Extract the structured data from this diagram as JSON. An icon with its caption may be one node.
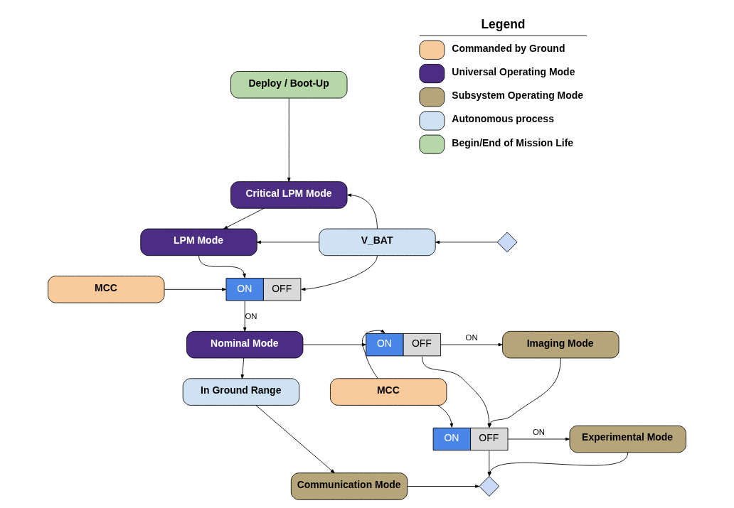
{
  "diagram": {
    "nodes": [
      {
        "text": [
          "Deploy / Boot-Up"
        ]
      },
      {
        "text": [
          "Critical LPM Mode"
        ]
      },
      {
        "text": [
          "LPM Mode"
        ]
      },
      {
        "text": [
          "V_BAT"
        ]
      },
      {
        "text": [],
        "shape": "diamond"
      },
      {
        "text": [
          "MCC"
        ]
      },
      {
        "text": [
          "ON",
          "OFF"
        ]
      },
      {
        "text": [
          "Nominal Mode"
        ]
      },
      {
        "text": [
          "ON",
          "OFF"
        ]
      },
      {
        "text": [
          "Imaging Mode"
        ]
      },
      {
        "text": [
          "MCC"
        ]
      },
      {
        "text": [
          "ON",
          "OFF"
        ]
      },
      {
        "text": [
          "Experimental Mode"
        ]
      },
      {
        "text": [
          "In Ground Range"
        ]
      },
      {
        "text": [
          "Communication Mode"
        ]
      },
      {
        "text": [],
        "shape": "diamond"
      }
    ],
    "edges": [
      {
        "from": 0,
        "to": 1,
        "arrow": "to"
      },
      {
        "from": 1,
        "to": 2,
        "arrow": "to"
      },
      {
        "from": 3,
        "to": 1,
        "arrow": "to"
      },
      {
        "from": 3,
        "to": 2,
        "arrow": "to"
      },
      {
        "from": 4,
        "to": 3,
        "arrow": "to"
      },
      {
        "from": 2,
        "to": 6,
        "arrow": "to"
      },
      {
        "from": 5,
        "to": 6,
        "arrow": "to"
      },
      {
        "from": 3,
        "to": 6,
        "arrow": "to"
      },
      {
        "from": 6,
        "to": 7,
        "arrow": "to",
        "label": "ON"
      },
      {
        "from": 7,
        "to": 8,
        "arrow": "to"
      },
      {
        "from": 8,
        "to": 9,
        "arrow": "to",
        "label": "ON"
      },
      {
        "from": 10,
        "to": 8,
        "arrow": "to"
      },
      {
        "from": 10,
        "to": 11,
        "arrow": "to"
      },
      {
        "from": 8,
        "to": 11,
        "arrow": "to"
      },
      {
        "from": 9,
        "to": 11,
        "arrow": "to"
      },
      {
        "from": 11,
        "to": 12,
        "arrow": "to",
        "label": "ON"
      },
      {
        "from": 11,
        "to": 15,
        "arrow": "to"
      },
      {
        "from": 12,
        "to": 15,
        "arrow": "to"
      },
      {
        "from": 7,
        "to": 13,
        "arrow": "to"
      },
      {
        "from": 13,
        "to": 14,
        "arrow": "to"
      },
      {
        "from": 14,
        "to": 15,
        "arrow": "to"
      }
    ],
    "labels": [
      "Legend"
    ],
    "legend": [
      {
        "text": "Commanded by Ground",
        "color": "#f9cb9c"
      },
      {
        "text": "Universal Operating Mode",
        "color": "#4b2d83"
      },
      {
        "text": "Subsystem Operating Mode",
        "color": "#b7a57a"
      },
      {
        "text": "Autonomous process",
        "color": "#cfe2f3"
      },
      {
        "text": "Begin/End of Mission Life",
        "color": "#b6d7a8"
      }
    ]
  }
}
